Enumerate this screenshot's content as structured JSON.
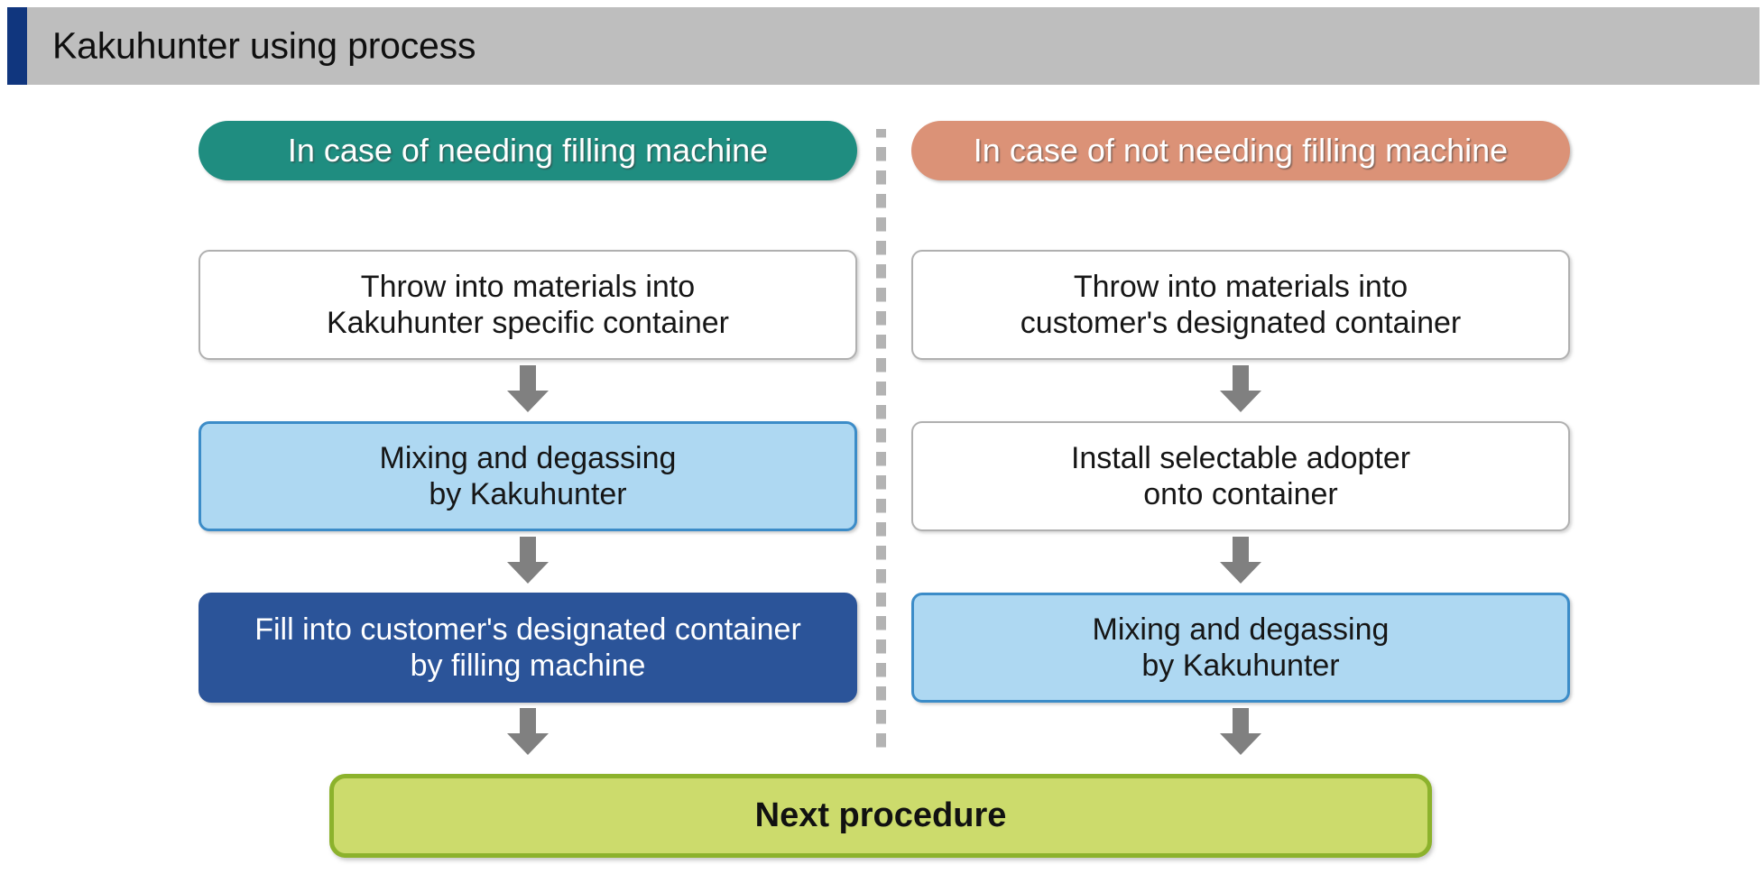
{
  "header": {
    "title": "Kakuhunter using process",
    "bar_color": "#bebebe",
    "accent_color": "#10367e",
    "title_color": "#0f0f0f"
  },
  "diagram": {
    "type": "flowchart",
    "divider": {
      "style": "dashed-vertical",
      "color": "#b3b3b3"
    },
    "arrow_color": "#808080",
    "columns": [
      {
        "id": "left",
        "header": {
          "label": "In case of needing filling machine",
          "fill": "#1f8d80",
          "text_color": "#ffffff"
        },
        "steps": [
          {
            "id": "left-step-1",
            "lines": [
              "Throw into materials into",
              "Kakuhunter specific container"
            ],
            "fill": "#ffffff",
            "border": "#b0b0b0",
            "text_color": "#161616"
          },
          {
            "id": "left-step-2",
            "lines": [
              "Mixing and degassing",
              "by Kakuhunter"
            ],
            "fill": "#aed8f2",
            "border": "#3c8cc8",
            "text_color": "#161616"
          },
          {
            "id": "left-step-3",
            "lines": [
              "Fill into customer's designated container",
              "by filling machine"
            ],
            "fill": "#2b5499",
            "border": "#2b5499",
            "text_color": "#ffffff"
          }
        ]
      },
      {
        "id": "right",
        "header": {
          "label": "In case of not needing filling machine",
          "fill": "#db9277",
          "text_color": "#ffffff"
        },
        "steps": [
          {
            "id": "right-step-1",
            "lines": [
              "Throw into materials into",
              "customer's designated container"
            ],
            "fill": "#ffffff",
            "border": "#b0b0b0",
            "text_color": "#161616"
          },
          {
            "id": "right-step-2",
            "lines": [
              "Install selectable adopter",
              "onto container"
            ],
            "fill": "#ffffff",
            "border": "#b0b0b0",
            "text_color": "#161616"
          },
          {
            "id": "right-step-3",
            "lines": [
              "Mixing and degassing",
              "by Kakuhunter"
            ],
            "fill": "#aed8f2",
            "border": "#3c8cc8",
            "text_color": "#161616"
          }
        ]
      }
    ],
    "final": {
      "id": "final-step",
      "label": "Next procedure",
      "fill": "#ccdb6c",
      "border": "#8cb22c",
      "text_color": "#111111"
    }
  }
}
